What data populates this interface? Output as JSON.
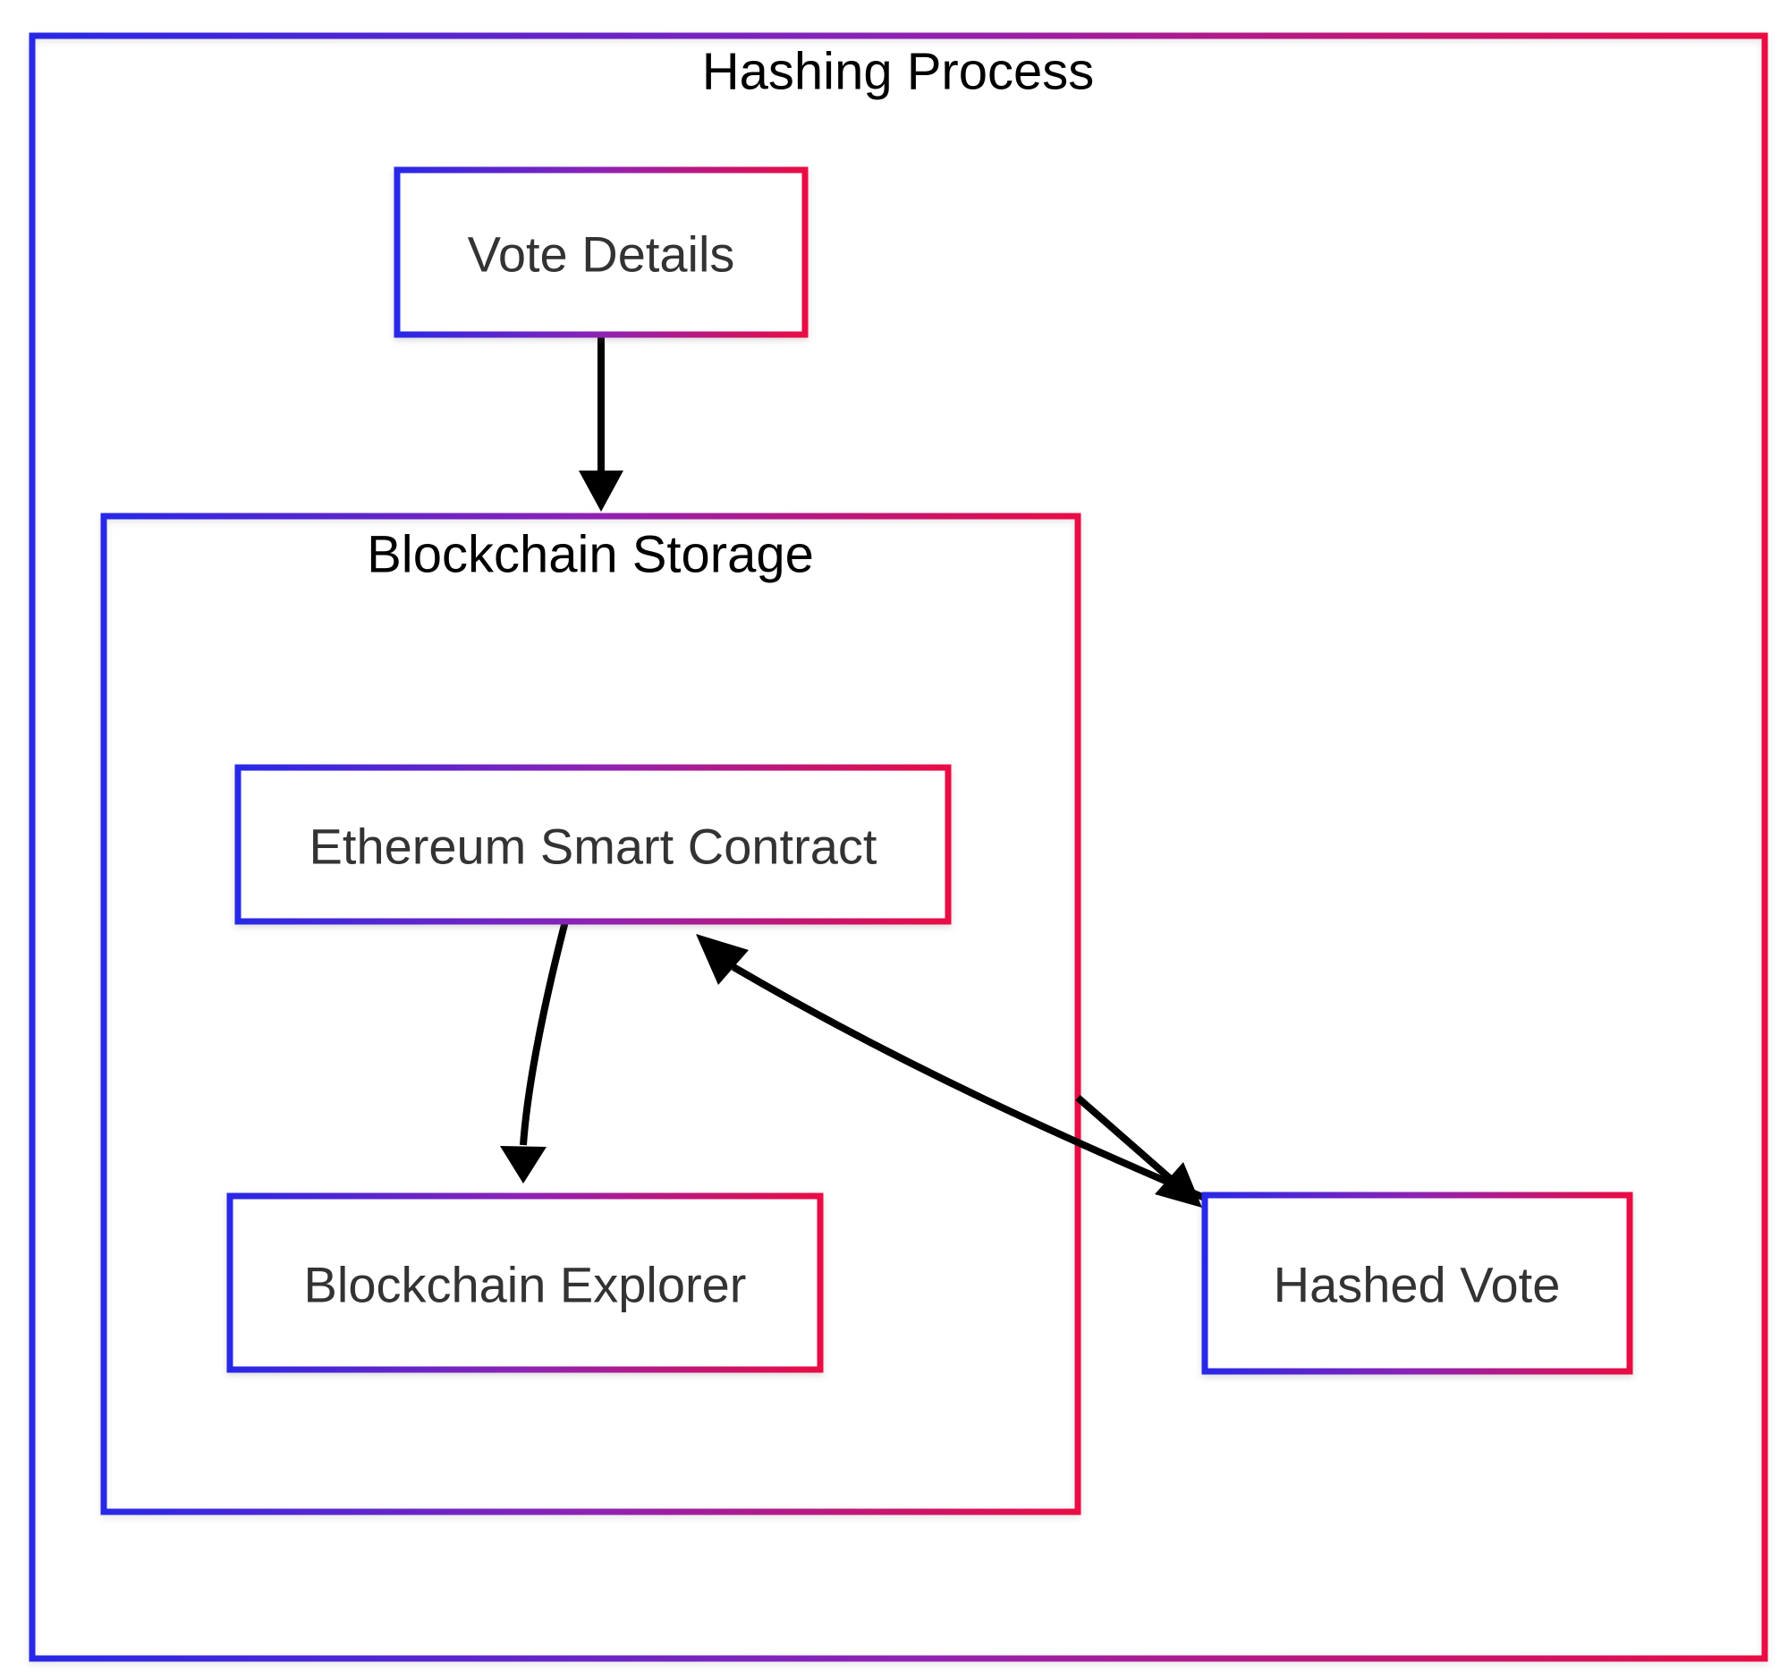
{
  "title": "Hashing Process",
  "subgraph": {
    "label": "Blockchain Storage"
  },
  "nodes": {
    "vote_details": {
      "label": "Vote Details"
    },
    "smart_contract": {
      "label": "Ethereum Smart Contract"
    },
    "explorer": {
      "label": "Blockchain Explorer"
    },
    "hashed_vote": {
      "label": "Hashed Vote"
    }
  },
  "edges": [
    {
      "from": "Vote Details",
      "to": "Blockchain Storage"
    },
    {
      "from": "Ethereum Smart Contract",
      "to": "Blockchain Explorer"
    },
    {
      "from": "Blockchain Storage",
      "to": "Hashed Vote"
    },
    {
      "from": "Hashed Vote",
      "to": "Ethereum Smart Contract"
    }
  ],
  "colors": {
    "gradient_start": "#2828E8",
    "gradient_mid": "#8E22B4",
    "gradient_end": "#EA0C44",
    "edge_color": "#000000",
    "node_text": "#333333",
    "title_text": "#000000",
    "node_fill": "#FFFFFF",
    "background": "#FFFFFF"
  }
}
